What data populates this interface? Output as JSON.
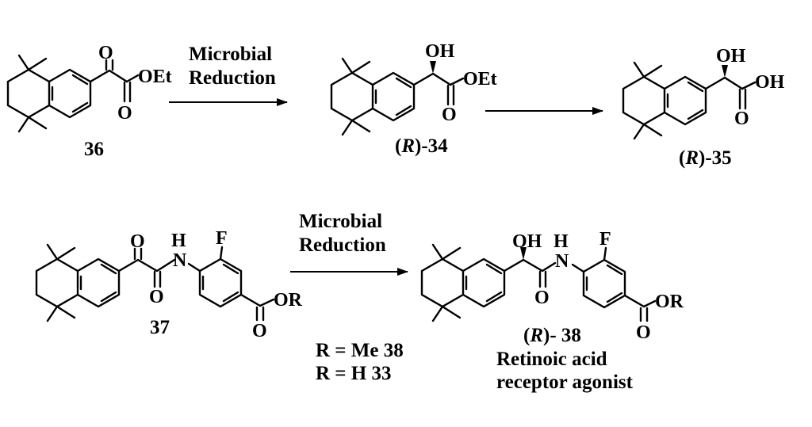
{
  "reaction1": {
    "compound_36": {
      "number": "36",
      "ketone_o": "O",
      "ester_o": "O",
      "ester_group": "OEt"
    },
    "step1_condition": [
      "Microbial",
      "Reduction"
    ],
    "compound_R34": {
      "stereo": "R",
      "number": ")-34",
      "hydroxyl": "OH",
      "ester_o": "O",
      "ester_group": "OEt"
    },
    "compound_R35": {
      "stereo": "R",
      "number": ")-35",
      "hydroxyl": "OH",
      "acid_oh": "OH",
      "acid_o": "O"
    }
  },
  "reaction2": {
    "compound_37": {
      "number": "37",
      "ketone_o": "O",
      "amide_o": "O",
      "nh_h": "H",
      "nh_n": "N",
      "fluoro": "F",
      "ester_o": "O",
      "ester_group": "OR"
    },
    "step2_condition": [
      "Microbial",
      "Reduction"
    ],
    "r_groups": [
      "R = Me 38",
      "R = H 33"
    ],
    "compound_R38": {
      "stereo": "R",
      "number": ")- 38",
      "hydroxyl": "OH",
      "nh_h": "H",
      "nh_n": "N",
      "amide_o": "O",
      "fluoro": "F",
      "ester_o": "O",
      "ester_group": "OR",
      "description": [
        "Retinoic acid",
        "receptor agonist"
      ]
    }
  }
}
